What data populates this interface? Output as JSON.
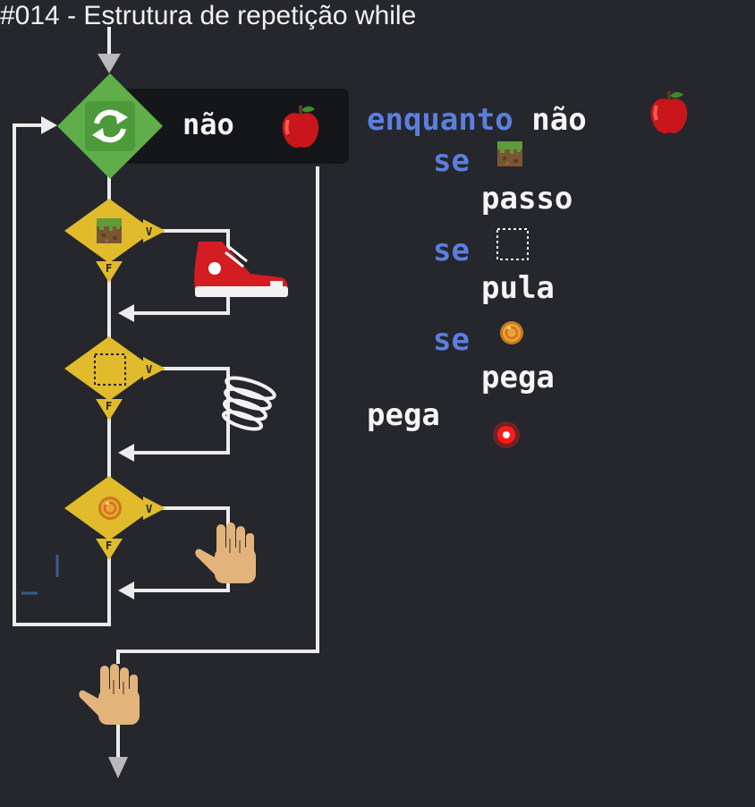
{
  "title": "#014 - Estrutura de repetição while",
  "colors": {
    "background": "#25272c",
    "keyword": "#5b7fe0",
    "text": "#f4f4f4",
    "loop_diamond": "#5fae4a",
    "decision_diamond": "#e1bb2c",
    "line": "#eeeeee",
    "cursor": "#ff1a1a"
  },
  "flowchart": {
    "loop": {
      "icon": "refresh-icon",
      "condition_text": "não",
      "condition_icon": "apple-icon"
    },
    "decisions": [
      {
        "icon": "grass-block-icon",
        "true_label": "V",
        "false_label": "F",
        "action_icon": "sneaker-icon"
      },
      {
        "icon": "empty-block-icon",
        "true_label": "V",
        "false_label": "F",
        "action_icon": "spring-icon"
      },
      {
        "icon": "coin-icon",
        "true_label": "V",
        "false_label": "F",
        "action_icon": "hand-icon"
      }
    ],
    "exit_icon": "hand-icon"
  },
  "code": {
    "line1": {
      "keyword": "enquanto",
      "text": "não",
      "icon": "apple-icon"
    },
    "line2": {
      "keyword": "se",
      "icon": "grass-block-icon"
    },
    "line3": {
      "text": "passo"
    },
    "line4": {
      "keyword": "se",
      "icon": "empty-block-icon"
    },
    "line5": {
      "text": "pula"
    },
    "line6": {
      "keyword": "se",
      "icon": "coin-icon"
    },
    "line7": {
      "text": "pega"
    },
    "line8": {
      "text": "pega"
    }
  }
}
